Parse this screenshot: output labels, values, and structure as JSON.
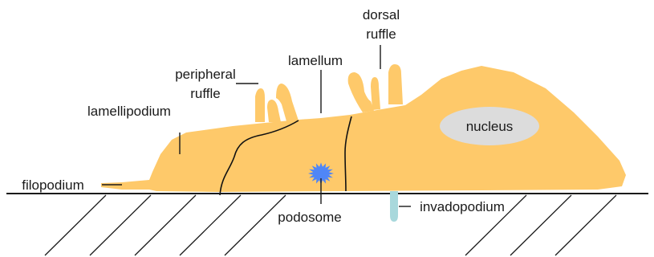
{
  "colors": {
    "cell": "#fec96a",
    "nucleus": "#dcdcdc",
    "podosome": "#4f86f7",
    "invadopodium": "#a8d8dc",
    "ground": "#1a1a1a",
    "background": "#ffffff"
  },
  "labels": {
    "dorsal_ruffle_line1": "dorsal",
    "dorsal_ruffle_line2": "ruffle",
    "lamellum": "lamellum",
    "peripheral_ruffle_line1": "peripheral",
    "peripheral_ruffle_line2": "ruffle",
    "lamellipodium": "lamellipodium",
    "nucleus": "nucleus",
    "filopodium": "filopodium",
    "podosome": "podosome",
    "invadopodium": "invadopodium"
  }
}
